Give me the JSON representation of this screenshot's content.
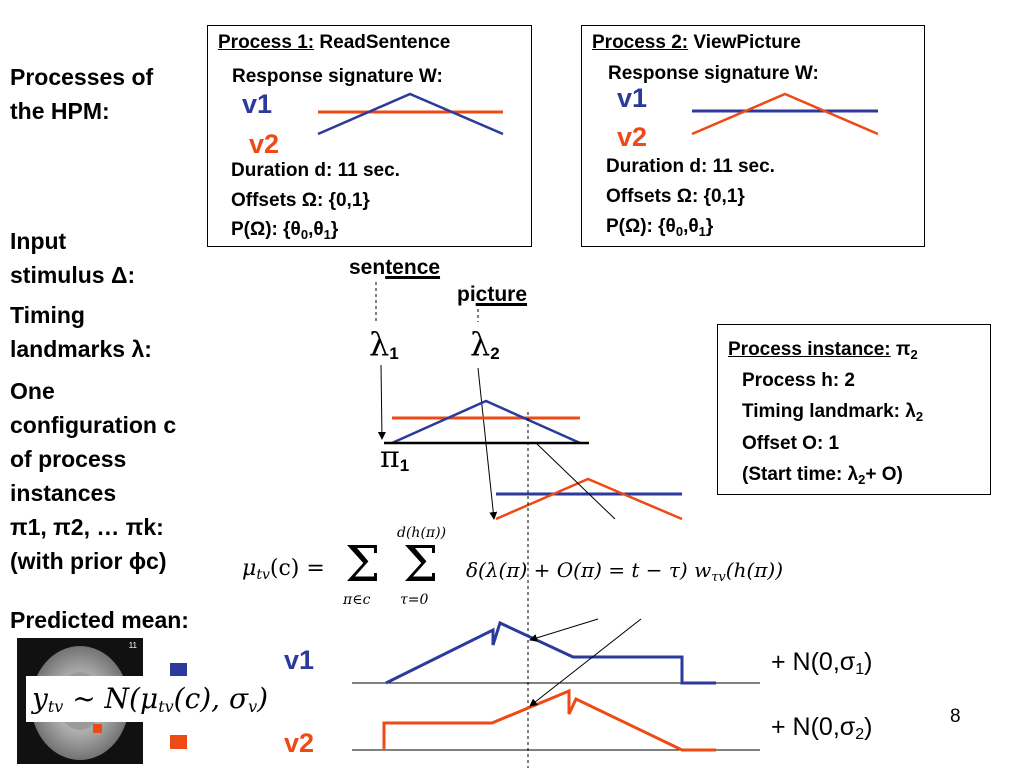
{
  "left_labels": {
    "processes": [
      "Processes of",
      "the HPM:"
    ],
    "input": [
      "Input",
      "stimulus Δ:"
    ],
    "timing": [
      "Timing",
      "landmarks λ:"
    ],
    "config": [
      "One",
      "configuration c",
      "of process",
      "instances"
    ],
    "instances_list": "π1, π2, … πk:",
    "prior": "(with prior ϕc)",
    "predicted_mean": "Predicted mean:"
  },
  "process1": {
    "title_u": "Process 1:",
    "title_rest": " ReadSentence",
    "signature": "Response signature W:",
    "v1": "v1",
    "v2": "v2",
    "duration": "Duration d: 11 sec.",
    "offsets": "Offsets Ω: {0,1}",
    "prob_prefix": "P(Ω): {θ",
    "prob_sub0": "0",
    "prob_mid": ",θ",
    "prob_sub1": "1",
    "prob_suffix": "}"
  },
  "process2": {
    "title_u": "Process 2:",
    "title_rest": " ViewPicture",
    "signature": "Response signature W:",
    "v1": "v1",
    "v2": "v2",
    "duration": "Duration d: 11 sec.",
    "offsets": "Offsets Ω: {0,1}",
    "prob_prefix": "P(Ω): {θ",
    "prob_sub0": "0",
    "prob_mid": ",θ",
    "prob_sub1": "1",
    "prob_suffix": "}"
  },
  "stimulus": {
    "sentence_pre": "sen",
    "sentence_u": "tence",
    "picture_pre": "pi",
    "picture_u": "cture"
  },
  "landmarks": {
    "l1": "λ",
    "l1_sub": "1",
    "l2": "λ",
    "l2_sub": "2",
    "pi1": "π",
    "pi1_sub": "1"
  },
  "instance_box": {
    "title_u": "Process instance:",
    "title_sym": " π",
    "title_sub": "2",
    "process": "Process h: 2",
    "landmark": "Timing landmark: λ",
    "landmark_sub": "2",
    "offset": "Offset O: 1",
    "start_pre": "(Start time: λ",
    "start_sub": "2",
    "start_post": "+ O)"
  },
  "formula": {
    "lhs": "μ",
    "lhs_sub": "tv",
    "lhs_arg": "(c) =",
    "sum1": "Σ",
    "sum1_under": "π∈c",
    "sum2": "Σ",
    "sum2_over": "d(h(π))",
    "sum2_under": "τ=0",
    "body": "δ(λ(π) + O(π) = t − τ) w",
    "body_sub": "τv",
    "body_arg": "(h(π))"
  },
  "observation": {
    "text": "y",
    "sub": "tv",
    "rest": " ~ N(μ",
    "rest_sub": "tv",
    "rest2": "(c), σ",
    "rest2_sub": "v",
    "close": ")"
  },
  "predicted": {
    "v1": "v1",
    "v2": "v2",
    "noise1_pre": "+ N(0,σ",
    "noise1_sub": "1",
    "noise1_post": ")",
    "noise2_pre": "+ N(0,σ",
    "noise2_sub": "2",
    "noise2_post": ")"
  },
  "brain_label": "11",
  "page_number": "8",
  "colors": {
    "blue": "#2b3a9b",
    "red": "#ee4a16"
  }
}
